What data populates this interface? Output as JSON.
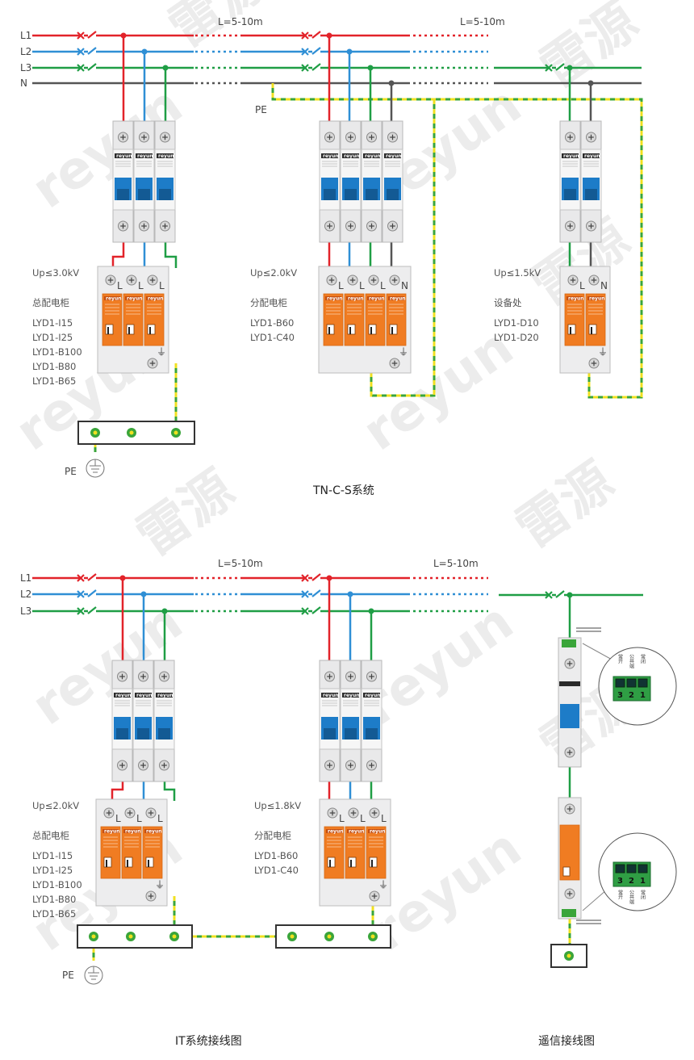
{
  "colors": {
    "L1": "#e2232a",
    "L2": "#2f8fd5",
    "L3": "#1f9e45",
    "N": "#555555",
    "PE_green": "#3aa53a",
    "PE_yellow": "#f0e020",
    "spd_orange": "#f07c22",
    "breaker_blue": "#1d7cc8"
  },
  "watermark": {
    "latin": "reyun",
    "chinese": "雷源"
  },
  "tncs": {
    "line_labels": [
      "L1",
      "L2",
      "L3",
      "N"
    ],
    "distance_1": "L=5-10m",
    "distance_2": "L=5-10m",
    "pe_label": "PE",
    "ground_pe_label": "PE",
    "caption": "TN-C-S系统",
    "panel_main": {
      "up": "Up≤3.0kV",
      "name": "总配电柜",
      "models": [
        "LYD1-I15",
        "LYD1-I25",
        "LYD1-B100",
        "LYD1-B80",
        "LYD1-B65"
      ]
    },
    "panel_dist": {
      "up": "Up≤2.0kV",
      "name": "分配电柜",
      "models": [
        "LYD1-B60",
        "LYD1-C40"
      ]
    },
    "panel_equip": {
      "up": "Up≤1.5kV",
      "name": "设备处",
      "models": [
        "LYD1-D10",
        "LYD1-D20"
      ]
    }
  },
  "it": {
    "line_labels": [
      "L1",
      "L2",
      "L3"
    ],
    "distance_1": "L=5-10m",
    "distance_2": "L=5-10m",
    "ground_pe_label": "PE",
    "caption": "IT系统接线图",
    "panel_main": {
      "up": "Up≤2.0kV",
      "name": "总配电柜",
      "models": [
        "LYD1-I15",
        "LYD1-I25",
        "LYD1-B100",
        "LYD1-B80",
        "LYD1-B65"
      ]
    },
    "panel_dist": {
      "up": "Up≤1.8kV",
      "name": "分配电柜",
      "models": [
        "LYD1-B60",
        "LYD1-C40"
      ]
    }
  },
  "remote": {
    "caption": "遥信接线图",
    "terminal_top_numbers": [
      "3",
      "2",
      "1"
    ],
    "terminal_top_labels": [
      "常开",
      "公共端",
      "常闭"
    ],
    "terminal_bottom_numbers": [
      "3",
      "2",
      "1"
    ],
    "terminal_bottom_labels": [
      "常开",
      "公共端",
      "常闭"
    ]
  },
  "module": {
    "brand": "reyun",
    "pole_L": "L",
    "pole_N": "N"
  }
}
